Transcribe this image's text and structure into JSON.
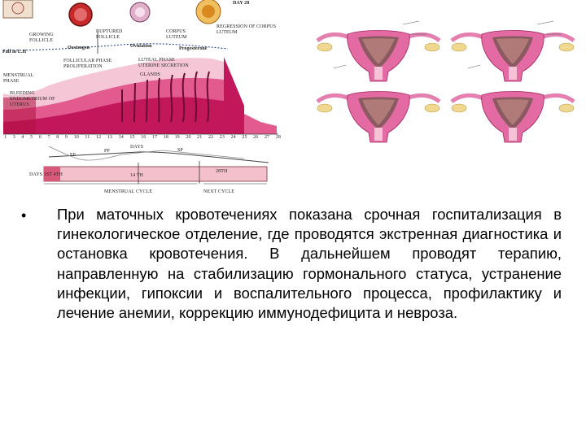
{
  "cycle_diagram": {
    "labels": {
      "day28": "DAY 28",
      "growing_follicle": "GROWING FOLLICLE",
      "ruptured_follicle": "RUPTURED FOLLICLE",
      "corpus_luteum": "CORPUS LUTEUM",
      "regression": "REGRESSION OF CORPUS LUTEUM",
      "fall": "Fall in L.H",
      "oestrogen": "Oestrogen",
      "ovulation": "Ovulation",
      "progesterone": "Progesterone",
      "follicular_phase": "FOLLICULAR PHASE PROLIFERATION",
      "luteal_phase": "LUTEAL PHASE UTERINE SECRETION",
      "glands": "GLANDS",
      "menstrual_phase": "MENSTRUAL PHASE",
      "bleeding": "BLEEDING ENDOMETRIUM OF UTERUS",
      "days": "DAYS",
      "ee": "EE",
      "pp": "PP",
      "sp": "SP",
      "days_row": "DAYS 1ST 4TH",
      "day14": "14 TH",
      "day28th": "28TH",
      "menstrual_cycle": "MENSTRUAL CYCLE",
      "next_cycle": "NEXT CYCLE"
    },
    "day_numbers": [
      "1",
      "3",
      "4",
      "5",
      "6",
      "7",
      "8",
      "9",
      "10",
      "11",
      "12",
      "13",
      "14",
      "15",
      "16",
      "17",
      "18",
      "19",
      "20",
      "21",
      "22",
      "23",
      "24",
      "25",
      "26",
      "27",
      "28"
    ]
  },
  "colors": {
    "endometrium": "#c2185b",
    "endometrium_light": "#e35a8f",
    "tissue_pale": "#f4c6d6",
    "uterus_pink": "#e47fb0",
    "ovary": "#f0d890",
    "text": "#000000"
  },
  "bullet": {
    "symbol": "•",
    "text": "При маточных кровотечениях показана срочная госпитализация в гинекологическое отделение, где проводятся экстренная диагностика и остановка кровотечения. В дальнейшем проводят терапию, направленную на стабилизацию гормонального статуса, устранение инфекции, гипоксии и воспалительного процесса, профилактику и лечение анемии, коррекцию иммунодефицита и невроза."
  }
}
